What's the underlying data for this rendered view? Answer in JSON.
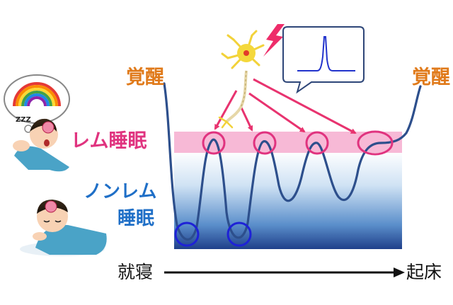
{
  "labels": {
    "wake_left": "覚醒",
    "wake_right": "覚醒",
    "rem_sleep": "レム睡眠",
    "nonrem_line1": "ノンレム",
    "nonrem_line2": "睡眠",
    "fall_asleep": "就寝",
    "get_up": "起床"
  },
  "colors": {
    "wake": "#e07a1a",
    "rem": "#e0337f",
    "nonrem": "#1f6fc7",
    "wave": "#2d4f8c",
    "circle_rem": "#e0337f",
    "circle_nonrem": "#1e22d6",
    "arrow": "#e8336f",
    "spike": "#2233cc"
  },
  "icons": {
    "neuron": "neuron-icon",
    "lightning": "lightning-icon",
    "dreaming_person": "dreaming-person-icon",
    "sleeping_person": "sleeping-person-icon",
    "rainbow": "rainbow-icon"
  }
}
